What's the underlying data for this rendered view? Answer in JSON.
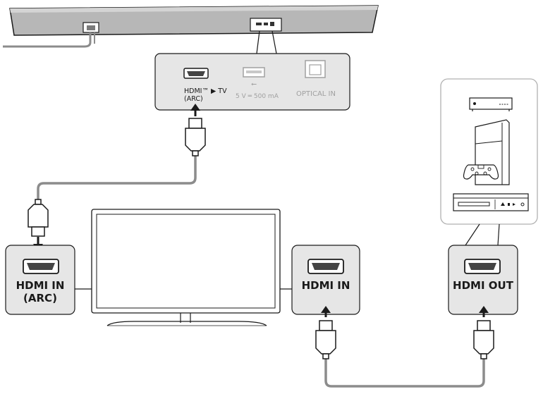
{
  "soundbar_panel": {
    "hdmi_label_line1": "HDMI™ ▶ TV",
    "hdmi_label_line2": "(ARC)",
    "usb_label": "5 V ═ 500 mA",
    "optical_label": "OPTICAL IN"
  },
  "tv": {
    "arc_port_line1": "HDMI IN",
    "arc_port_line2": "(ARC)",
    "hdmi_in_label": "HDMI IN"
  },
  "source": {
    "hdmi_out_label": "HDMI OUT"
  },
  "icons": {
    "soundbar": "soundbar-icon",
    "tv": "tv-icon",
    "set_top_box": "set-top-box-icon",
    "game_console": "game-console-icon",
    "disc_player": "disc-player-icon",
    "hdmi_port": "hdmi-port-icon",
    "usb_port": "usb-port-icon",
    "optical_port": "optical-port-icon"
  },
  "colors": {
    "panel_fill": "#e6e6e6",
    "cable": "#8c8c8c",
    "stroke": "#1a1a1a",
    "faded": "#a0a0a0"
  }
}
